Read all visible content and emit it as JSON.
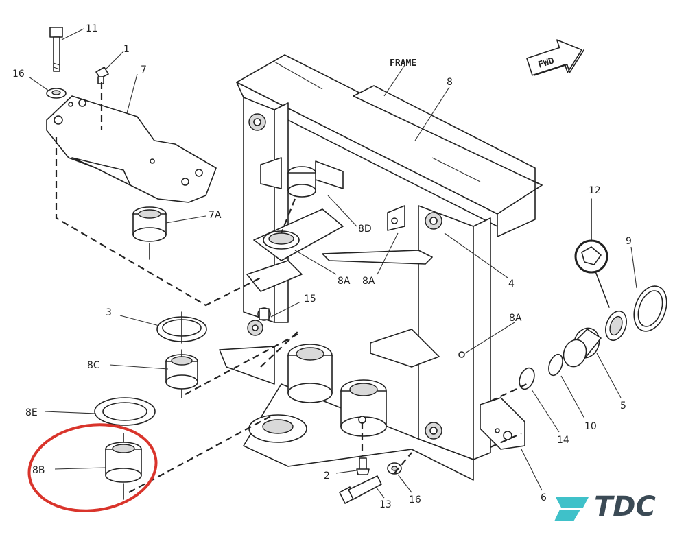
{
  "diagram": {
    "labels": {
      "p11": "11",
      "p1": "1",
      "p16a": "16",
      "p7": "7",
      "p7a": "7A",
      "frame": "FRAME",
      "p8": "8",
      "fwd": "FWD",
      "p12": "12",
      "p9": "9",
      "p8d": "8D",
      "p8a1": "8A",
      "p8a2": "8A",
      "p4": "4",
      "p15": "15",
      "p3": "3",
      "p8a3": "8A",
      "p8c": "8C",
      "p8e": "8E",
      "p8b": "8B",
      "p5": "5",
      "p10": "10",
      "p14": "14",
      "p2": "2",
      "p13": "13",
      "p16b": "16",
      "p6": "6"
    },
    "highlight_color": "#d9342b",
    "logo": {
      "text": "TDC",
      "colors": [
        "#3fc1c9",
        "#3b4a55"
      ]
    }
  }
}
